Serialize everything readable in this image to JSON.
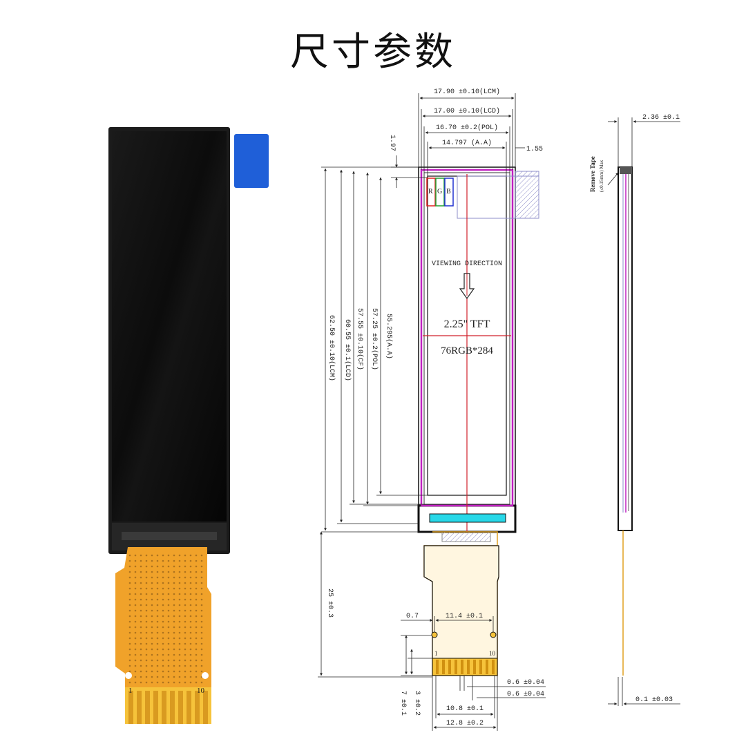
{
  "title": "尺寸参数",
  "front_view": {
    "dims": {
      "lcm_width": "17.90 ±0.10(LCM)",
      "lcd_width": "17.00 ±0.10(LCD)",
      "pol_width": "16.70 ±0.2(POL)",
      "aa_width": "14.797 (A.A)",
      "right_margin": "1.55",
      "top_margin": "1.97",
      "aa_height": "55.295(A.A)",
      "pol_height": "57.25 ±0.2(POL)",
      "cf_height": "57.55 ±0.10(CF)",
      "lcd_height": "60.55 ±0.1(LCD)",
      "lcm_height": "62.50 ±0.10(LCM)",
      "fpc_length": "25 ±0.3",
      "hole_offset": "0.7",
      "hole_pitch": "11.4 ±0.1",
      "pin_width": "0.6 ±0.04",
      "pin_pitch": "0.6 ±0.04",
      "pin_span": "10.8 ±0.1",
      "fpc_width": "12.8 ±0.2",
      "stiffener_len": "7 ±0.1",
      "contact_len": "3 ±0.2"
    },
    "rgb_labels": [
      "R",
      "G",
      "B"
    ],
    "viewing_direction": "VIEWING DIRECTION",
    "screen_size": "2.25\" TFT",
    "resolution": "76RGB*284",
    "pin_first": "1",
    "pin_last": "10"
  },
  "side_view": {
    "thickness": "2.36 ±0.1",
    "remove_tape": "Remove Tape",
    "tape_note": "(≤0.15mm) Max",
    "fpc_thickness": "0.1 ±0.03"
  },
  "photo": {
    "fpc_pin_first": "1",
    "fpc_pin_last": "10"
  },
  "colors": {
    "fpc_orange": "#f3a62a",
    "fpc_gold": "#f6c33b",
    "tape_blue": "#1f5fd8",
    "dim_red": "#d0202a",
    "pol_magenta": "#c020c0"
  }
}
